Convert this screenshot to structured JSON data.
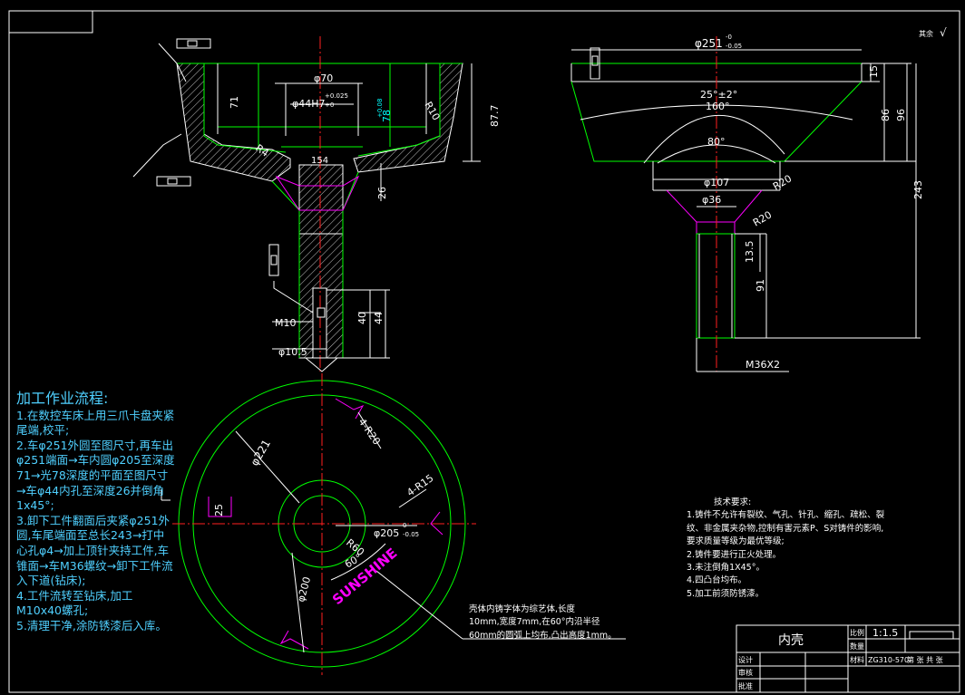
{
  "title_block": {
    "part_name": "内壳",
    "ratio_label": "比例",
    "ratio_value": "1:1.5",
    "qty_label": "数量",
    "material_label": "材料",
    "material_value": "ZG310-570",
    "design_label": "设计",
    "check_label": "审核",
    "approve_label": "批准",
    "sheet_text": "第 张 共 张"
  },
  "corner_mark": "其余",
  "process": {
    "heading": "加工作业流程:",
    "lines": [
      "1.在数控车床上用三爪卡盘夹紧尾端,校平;",
      "2.车φ251外圆至图尺寸,再车出φ251端面→车内圆φ205至深度71→光78深度的平面至图尺寸→车φ44内孔至深度26并倒角1x45°;",
      "3.卸下工件翻面后夹紧φ251外圆,车尾端面至总长243→打中心孔φ4→加上顶针夹持工件,车锥面→车M36螺纹→卸下工件流入下道(钻床);",
      "4.工件流转至钻床,加工M10x40螺孔;",
      "5.清理干净,涂防锈漆后入库。"
    ]
  },
  "tech": {
    "heading": "技术要求:",
    "lines": [
      "1.铸件不允许有裂纹、气孔、针孔、缩孔、疏松、裂",
      "纹、非金属夹杂物,控制有害元素P、S对铸件的影响,",
      "要求质量等级为最优等级;",
      "2.铸件要进行正火处理。",
      "3.未注倒角1X45°。",
      "4.四凸台均布。",
      "5.加工前须防锈漆。"
    ]
  },
  "note": {
    "lines": [
      "壳体内铸字体为综艺体,长度",
      "10mm,宽度7mm,在60°内沿半径",
      "60mm的圆弧上均布,凸出高度1mm。"
    ]
  },
  "logo_text": "SUNSHINE",
  "dims": {
    "d70": "φ70",
    "d44": "φ44H7",
    "d44_tol_up": "+0.025",
    "d44_tol_lo": "+0",
    "d78": "78",
    "d78_tol": "+0.08",
    "d71": "71",
    "r10": "R10",
    "r4": "R4",
    "d87": "87.7",
    "d26": "26",
    "d154": "154",
    "m10": "M10",
    "d40": "40",
    "d44b": "44",
    "d105": "φ10.5",
    "d251": "φ251",
    "d251_tol_up": "-0",
    "d251_tol_lo": "-0.05",
    "d15": "15",
    "a25": "25°±2°",
    "a160": "160°",
    "a80": "80°",
    "d86": "86",
    "d96": "96",
    "d243": "243",
    "d107": "φ107",
    "r20a": "R20",
    "r20b": "R20",
    "d36": "φ36",
    "d135": "13.5",
    "d91": "91",
    "m36": "M36X2",
    "r20c": "4-R20",
    "d221": "φ221",
    "r15": "4-R15",
    "d205": "φ205",
    "d205_tol_up": "0",
    "d205_tol_lo": "-0.05",
    "r60": "R60",
    "a60": "60°",
    "d200": "φ200",
    "d25": "25"
  },
  "colors": {
    "outline": "#ffffff",
    "green": "#00ff00",
    "cyan": "#00ffff",
    "red": "#ff2020",
    "magenta": "#ff00ff",
    "note": "#4fd0ff"
  }
}
